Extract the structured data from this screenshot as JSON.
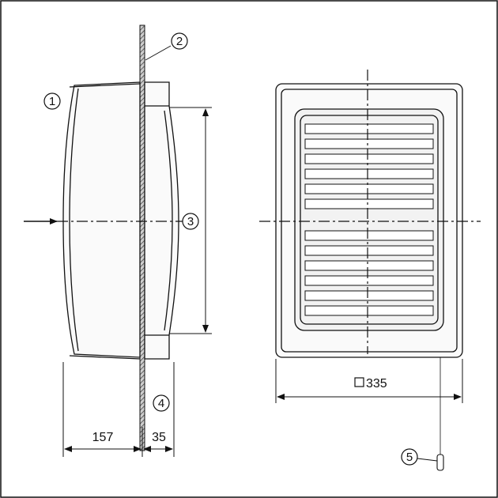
{
  "callouts": {
    "c1": "1",
    "c2": "2",
    "c3": "3",
    "c4": "4",
    "c5": "5"
  },
  "dimensions": {
    "depth": "157",
    "flange": "35",
    "square": "335"
  },
  "colors": {
    "line": "#111111",
    "fill_light": "#f4f4f4",
    "hatch": "#444444"
  }
}
